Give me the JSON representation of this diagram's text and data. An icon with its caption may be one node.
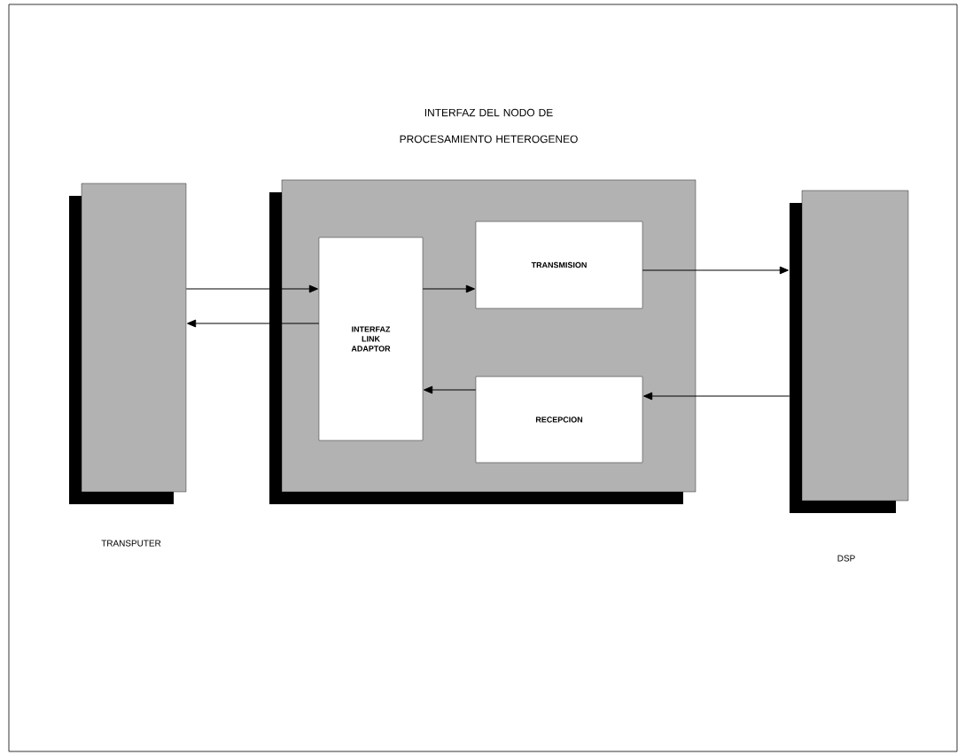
{
  "diagram": {
    "nodes": [
      {
        "text": [],
        "shape": "box"
      },
      {
        "text": [
          "INTERFAZ DEL NODO DE PROCESAMIENTO HETEROGENEO"
        ]
      },
      {
        "text": [
          "INTERFAZ LINK ADAPTOR"
        ],
        "in": 1
      },
      {
        "text": [
          "TRANSMISION"
        ],
        "in": 1
      },
      {
        "text": [
          "RECEPCION"
        ],
        "in": 1
      },
      {
        "text": [],
        "shape": "box"
      }
    ],
    "labels": [
      "TRANSPUTER",
      "DSP"
    ],
    "edges": [
      {
        "from": 0,
        "to": 2,
        "arrow": "to"
      },
      {
        "from": 2,
        "to": 0,
        "arrow": "to"
      },
      {
        "from": 2,
        "to": 3,
        "arrow": "to"
      },
      {
        "from": 3,
        "to": 5,
        "arrow": "to"
      },
      {
        "from": 5,
        "to": 4,
        "arrow": "to"
      },
      {
        "from": 4,
        "to": 2,
        "arrow": "to"
      }
    ]
  }
}
